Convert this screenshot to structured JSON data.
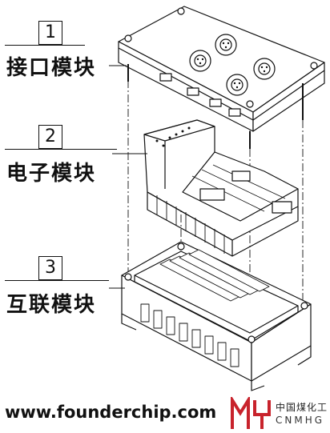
{
  "parts": [
    {
      "number": "1",
      "label": "接口模块"
    },
    {
      "number": "2",
      "label": "电子模块"
    },
    {
      "number": "3",
      "label": "互联模块"
    }
  ],
  "footer": {
    "website": "www.founderchip.com",
    "brand_cn": "中国煤化工",
    "brand_en": "CNMHG"
  },
  "colors": {
    "line": "#111111",
    "logo": "#c8232c",
    "background": "#ffffff"
  }
}
